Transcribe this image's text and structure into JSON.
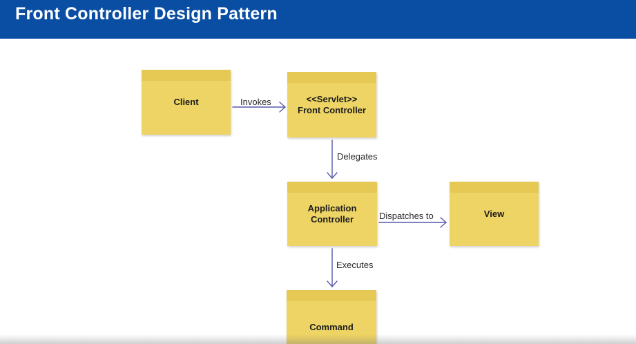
{
  "header": {
    "title": "Front Controller Design Pattern"
  },
  "colors": {
    "header_bg": "#0a4ea3",
    "note_fill": "#eed464",
    "note_band": "#e5c954",
    "arrow": "#5558a8"
  },
  "nodes": {
    "client": {
      "label": "Client"
    },
    "front_controller": {
      "stereotype": "<<Servlet>>",
      "label": "Front Controller"
    },
    "application_controller": {
      "line1": "Application",
      "line2": "Controller"
    },
    "view": {
      "label": "View"
    },
    "command": {
      "label": "Command"
    }
  },
  "edges": {
    "invokes": {
      "label": "Invokes"
    },
    "delegates": {
      "label": "Delegates"
    },
    "dispatches": {
      "label": "Dispatches to"
    },
    "executes": {
      "label": "Executes"
    }
  }
}
